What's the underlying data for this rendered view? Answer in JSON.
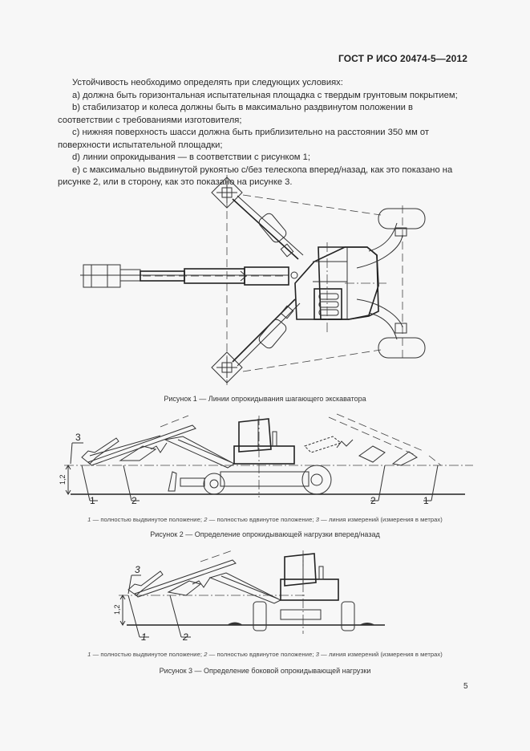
{
  "header": {
    "standard_code": "ГОСТ Р ИСО 20474-5—2012"
  },
  "body": {
    "intro": "Устойчивость необходимо определять при следующих условиях:",
    "items": [
      {
        "marker": "a)",
        "text": "должна быть горизонтальная испытательная площадка с твердым грунтовым покрытием;"
      },
      {
        "marker": "b)",
        "text": "стабилизатор и колеса должны быть в максимально раздвинутом положении в соответствии с требованиями изготовителя;"
      },
      {
        "marker": "c)",
        "text": "нижняя поверхность шасси должна быть приблизительно на расстоянии 350 мм от поверхности испытательной площадки;"
      },
      {
        "marker": "d)",
        "text": "линии опрокидывания — в соответствии с рисунком 1;"
      },
      {
        "marker": "e)",
        "text": "с максимально выдвинутой рукоятью с/без телескопа вперед/назад, как это показано на рисунке 2, или в сторону, как это показано на рисунке 3."
      }
    ]
  },
  "figures": [
    {
      "id": "fig1",
      "caption": "Рисунок 1 — Линии опрокидывания шагающего экскаватора"
    },
    {
      "id": "fig2",
      "caption": "Рисунок 2 — Определение опрокидывающей нагрузки вперед/назад",
      "dimension": "1,2",
      "labels": {
        "l1": "1",
        "l2": "2",
        "l3": "3"
      },
      "legend": {
        "k1": "1",
        "v1": "— полностью выдвинутое положение;",
        "k2": "2",
        "v2": "— полностью вдвинутое положение;",
        "k3": "3",
        "v3": "— линия измерений (измерения в метрах)"
      }
    },
    {
      "id": "fig3",
      "caption": "Рисунок 3 — Определение боковой опрокидывающей нагрузки",
      "dimension": "1,2",
      "labels": {
        "l1": "1",
        "l2": "2",
        "l3": "3"
      },
      "legend": {
        "k1": "1",
        "v1": "— полностью выдвинутое положение;",
        "k2": "2",
        "v2": "— полностью вдвинутое положение;",
        "k3": "3",
        "v3": "— линия измерений (измерения в метрах)"
      }
    }
  ],
  "footer": {
    "page_number": "5"
  }
}
